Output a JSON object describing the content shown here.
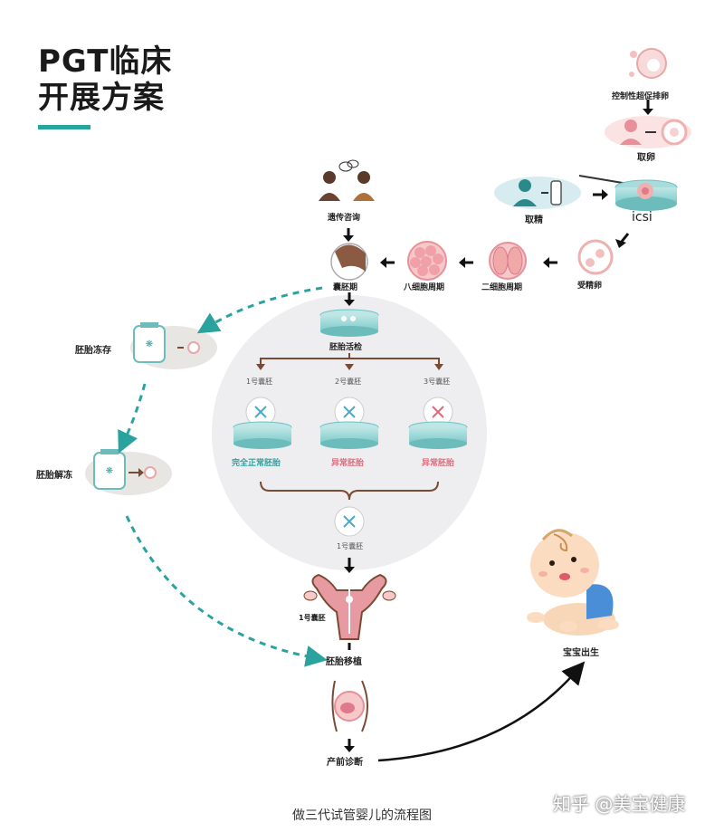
{
  "title": {
    "line1": "PGT临床",
    "line2": "开展方案"
  },
  "nodes": {
    "controlled_ovulation": "控制性超促排卵",
    "egg_retrieval": "取卵",
    "sperm_retrieval": "取精",
    "icsi": "icsi",
    "fertilized_egg": "受精卵",
    "two_cell": "二细胞周期",
    "eight_cell": "八细胞周期",
    "blastocyst": "囊胚期",
    "genetic_counseling": "遗传咨询",
    "embryo_biopsy": "胚胎活检",
    "embryo_freezing": "胚胎冻存",
    "embryo_thawing": "胚胎解冻",
    "embryo_transfer": "胚胎移植",
    "prenatal_diagnosis": "产前诊断",
    "baby_born": "宝宝出生",
    "selected_blastocyst": "1号囊胚",
    "uterus_blastocyst": "1号囊胚"
  },
  "blastocysts": [
    {
      "label": "1号囊胚",
      "result": "完全正常胚胎",
      "color": "#2aa39f"
    },
    {
      "label": "2号囊胚",
      "result": "异常胚胎",
      "color": "#e06a7a"
    },
    {
      "label": "3号囊胚",
      "result": "异常胚胎",
      "color": "#e06a7a"
    }
  ],
  "colors": {
    "teal": "#2aa39f",
    "pink": "#e8909a",
    "brown": "#7a4a34",
    "dark": "#1a1a1a"
  },
  "caption": "做三代试管婴儿的流程图",
  "watermark": "知乎 @美宝健康"
}
